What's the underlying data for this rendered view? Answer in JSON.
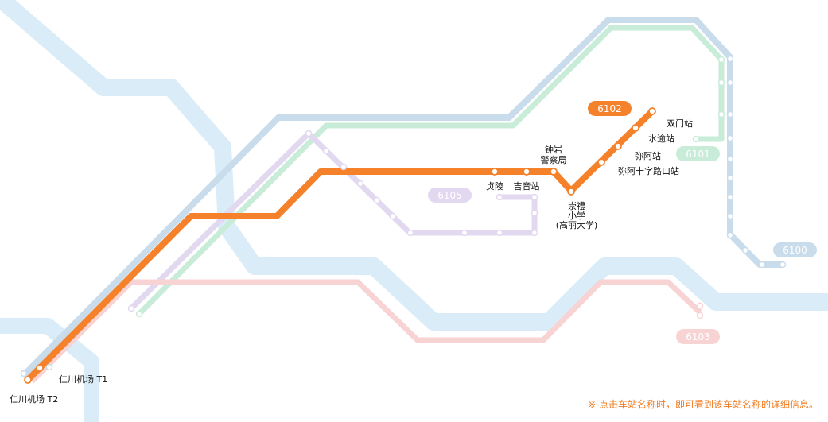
{
  "colors": {
    "river": "#d9ecf8",
    "active_line": "#f5822b",
    "line_6100": "#c9dcec",
    "line_6101": "#c9ecd9",
    "line_6103": "#f8d3d3",
    "line_6105": "#e2d8f0",
    "notice": "#f07b22"
  },
  "lines": [
    {
      "id": "6102",
      "label": "6102",
      "active": true
    },
    {
      "id": "6101",
      "label": "6101"
    },
    {
      "id": "6105",
      "label": "6105"
    },
    {
      "id": "6100",
      "label": "6100"
    },
    {
      "id": "6103",
      "label": "6103"
    }
  ],
  "stations": {
    "incheon_t1": "仁川机场 T1",
    "incheon_t2": "仁川机场 T2",
    "jeongneung": "贞陵",
    "gireum": "吉音站",
    "jongam_l1": "钟岩",
    "jongam_l2": "警察局",
    "sungshin_l1": "崇禮",
    "sungshin_l2": "小学",
    "sungshin_l3": "(高丽大学)",
    "miasageori": "弥阿十字路口站",
    "mia": "弥阿站",
    "suyu": "水逾站",
    "ssangmun": "双门站"
  },
  "notice": "※ 点击车站名称时，即可看到该车站名称的详细信息。"
}
